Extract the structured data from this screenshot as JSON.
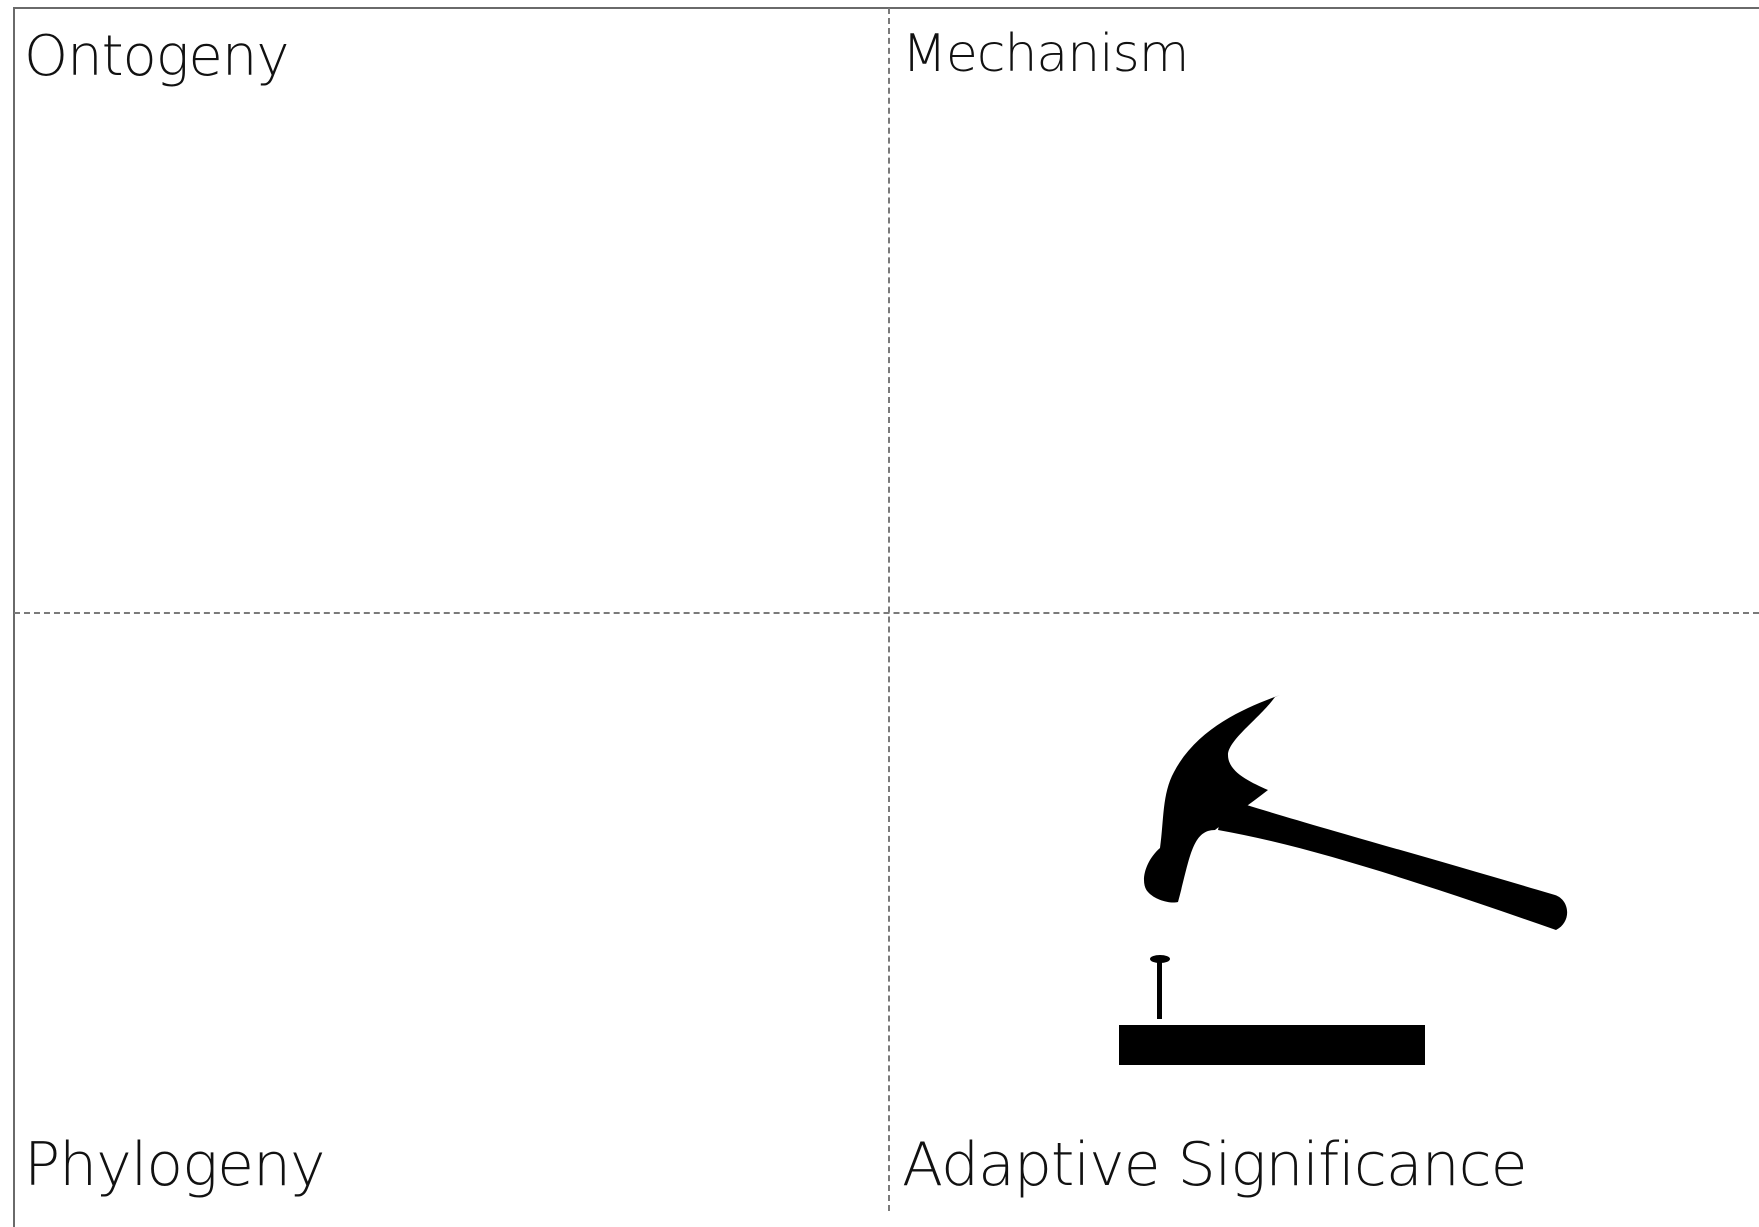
{
  "quadrants": {
    "top_left": {
      "label": "Ontogeny"
    },
    "top_right": {
      "label": "Mechanism"
    },
    "bottom_left": {
      "label": "Phylogeny"
    },
    "bottom_right": {
      "label": "Adaptive Significance",
      "illustration": "hammer-and-nail-icon"
    }
  },
  "colors": {
    "border": "#6a6a6a",
    "divider": "#7a7a7a",
    "text": "#111111",
    "illustration": "#000000"
  }
}
